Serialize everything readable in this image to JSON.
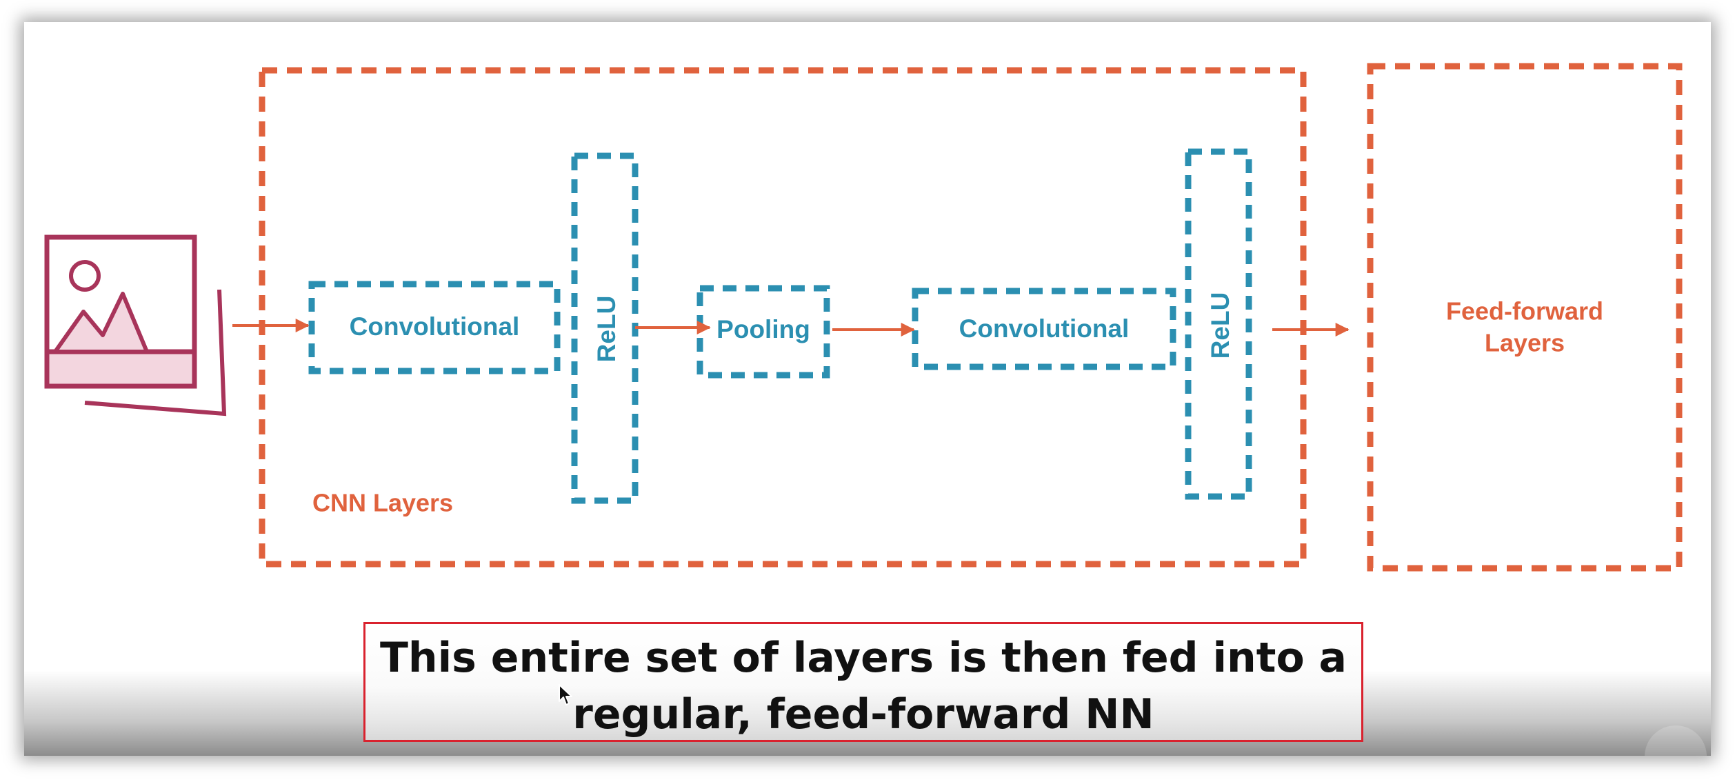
{
  "caption": {
    "line1": "This entire set of layers is then fed into a",
    "line2": "regular, feed-forward NN"
  },
  "diagram": {
    "cnn_group_label": "CNN Layers",
    "feed_forward_label_line1": "Feed-forward",
    "feed_forward_label_line2": "Layers",
    "layers": {
      "conv1": "Convolutional",
      "relu1": "ReLU",
      "pooling": "Pooling",
      "conv2": "Convolutional",
      "relu2": "ReLU"
    }
  },
  "icons": {
    "input": "image-stack-icon",
    "pointer": "mouse-cursor-icon"
  },
  "colors": {
    "teal": "#2b8fb1",
    "orange": "#e0623d",
    "image_icon": "#a8345a",
    "image_fill": "#f3d6df",
    "caption_border": "#d9222e"
  }
}
